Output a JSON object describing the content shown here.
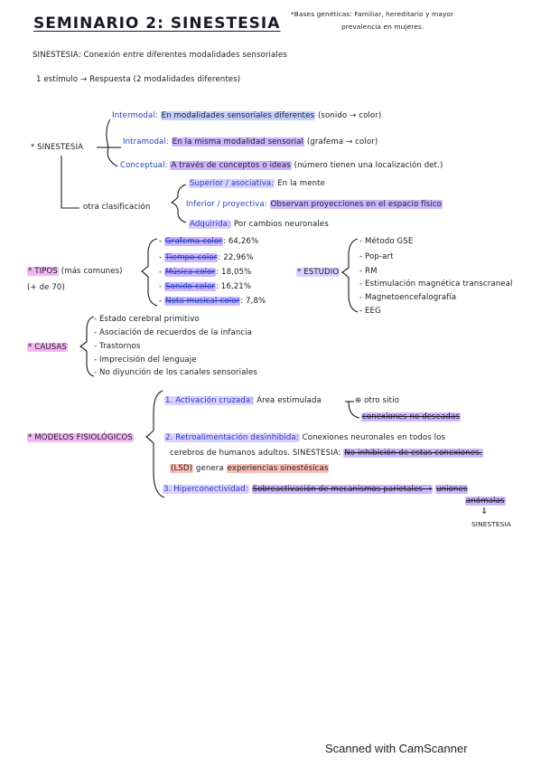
{
  "header": {
    "title": "SEMINARIO 2: SINESTESIA",
    "note_line1": "*Bases genéticas: Familiar, hereditario y mayor",
    "note_line2": "prevalencia en mujeres."
  },
  "definition": {
    "line1": "SINESTESIA: Conexión entre diferentes modalidades sensoriales",
    "line2": "1 estímulo → Respuesta (2 modalidades diferentes)"
  },
  "classification": {
    "root": "* SINESTESIA",
    "inter_label": "Intermodal:",
    "inter_text": "En modalidades sensoriales diferentes",
    "inter_example": "(sonido → color)",
    "intra_label": "Intramodal:",
    "intra_text": "En la misma modalidad sensorial",
    "intra_example": "(grafema → color)",
    "concept_label": "Conceptual:",
    "concept_text": "A través de conceptos o ideas",
    "concept_example": "(número tienen una localización det.)",
    "other_label": "otra clasificación",
    "sup_label": "Superior / asociativa:",
    "sup_text": "En la mente",
    "inf_label": "Inferior / proyectiva:",
    "inf_text": "Observan proyecciones en el espacio físico",
    "acq_label": "Adquirida:",
    "acq_text": "Por cambios neuronales"
  },
  "types": {
    "label": "* TIPOS",
    "label_note": "(más comunes)",
    "count": "(+ de 70)",
    "items": [
      {
        "name": "Grafema-color",
        "value": ": 64,26%"
      },
      {
        "name": "Tiempo-color",
        "value": ": 22,96%"
      },
      {
        "name": "Música-color",
        "value": ": 18,05%"
      },
      {
        "name": "Sonido-color",
        "value": ": 16,21%"
      },
      {
        "name": "Nota musical-color",
        "value": ": 7,8%"
      }
    ]
  },
  "study": {
    "label": "* ESTUDIO",
    "items": [
      "- Método GSE",
      "- Pop-art",
      "- RM",
      "- Estimulación magnética transcraneal",
      "- Magnetoencefalografía",
      "- EEG"
    ]
  },
  "causes": {
    "label": "* CAUSAS",
    "items": [
      "- Estado cerebral primitivo",
      "- Asociación de recuerdos de la infancia",
      "- Trastornos",
      "- Imprecisión del lenguaje",
      "- No diyunción de los canales sensoriales"
    ]
  },
  "models": {
    "label": "* MODELOS FISIOLÓGICOS",
    "m1_label": "1. Activación cruzada:",
    "m1_text": "Área estimulada",
    "m1_arrow1": "⊕ otro sitio",
    "m1_arrow2": "conexiones no deseadas",
    "m2_label": "2. Retroalimentación desinhibida:",
    "m2_text1": "Conexiones neuronales en todos los",
    "m2_text2": "cerebros de humanos adultos. SINESTESIA:",
    "m2_text3": "No inhibición de estas conexiones.",
    "m2_text4a": "(LSD)",
    "m2_text4b": "genera",
    "m2_text4c": "experiencias sinestésicas",
    "m3_label": "3. Hiperconectividad:",
    "m3_text": "Sobreactivación de mecanismos parietales →",
    "m3_end1": "uniones",
    "m3_end2": "anómalas",
    "m3_arrow": "⇓",
    "m3_result": "SINESTESIA"
  },
  "footer": {
    "scanner": "Scanned with CamScanner"
  }
}
